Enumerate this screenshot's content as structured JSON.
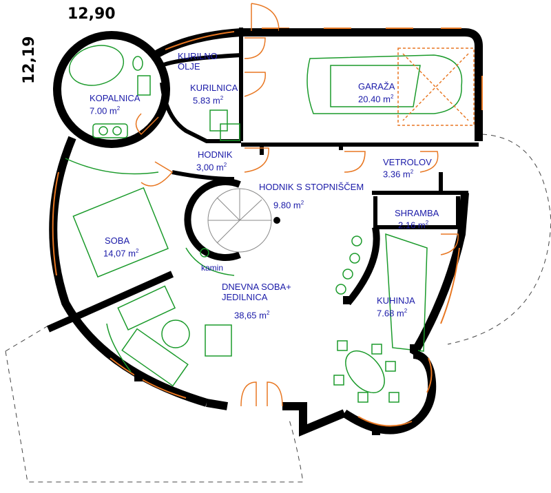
{
  "dimensions": {
    "width": "12,90",
    "depth": "12,19"
  },
  "rooms": {
    "kopalnica": {
      "name": "KOPALNICA",
      "area": "7.00 m",
      "unit_sup": "2"
    },
    "kurilno_olje": {
      "name_line1": "KURILNO",
      "name_line2": "OLJE"
    },
    "kurilnica": {
      "name": "KURILNICA",
      "area": "5.83 m",
      "unit_sup": "2"
    },
    "garaza": {
      "name": "GARAŽA",
      "area": "20.40 m",
      "unit_sup": "2"
    },
    "hodnik": {
      "name": "HODNIK",
      "area": "3,00 m",
      "unit_sup": "2"
    },
    "vetrolov": {
      "name": "VETROLOV",
      "area": "3.36 m",
      "unit_sup": "2"
    },
    "hodnik_stopniscem": {
      "name": "HODNIK S STOPNIŠČEM",
      "area": "9.80 m",
      "unit_sup": "2"
    },
    "shramba": {
      "name": "SHRAMBA",
      "area": "2.16 m",
      "unit_sup": "2"
    },
    "soba": {
      "name": "SOBA",
      "area": "14,07 m",
      "unit_sup": "2"
    },
    "kamin": {
      "name": "kamin"
    },
    "dnevna": {
      "name_line1": "DNEVNA SOBA+",
      "name_line2": "JEDILNICA",
      "area": "38,65 m",
      "unit_sup": "2"
    },
    "kuhinja": {
      "name": "KUHINJA",
      "area": "7.68 m",
      "unit_sup": "2"
    }
  },
  "colors": {
    "wall": "#000000",
    "window": "#e87722",
    "furniture": "#1a9a2a",
    "label": "#1a1aa8",
    "outline": "#555555"
  }
}
